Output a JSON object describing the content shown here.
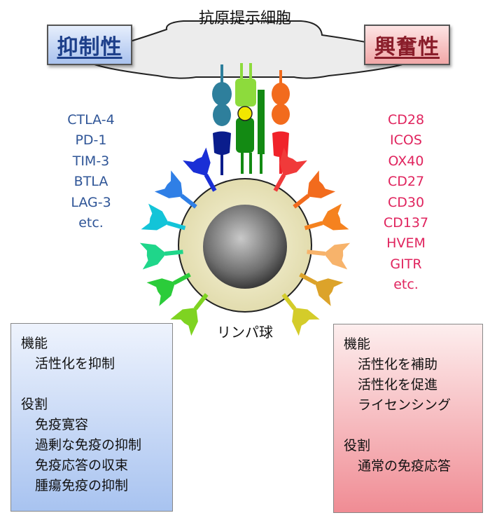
{
  "apc_label": "抗原提示細胞",
  "lymphocyte_label": "リンパ球",
  "inhibitory": {
    "title": "抑制性",
    "molecules": [
      "CTLA-4",
      "PD-1",
      "TIM-3",
      "BTLA",
      "LAG-3",
      "etc."
    ],
    "function_heading": "機能",
    "functions": [
      "活性化を抑制"
    ],
    "role_heading": "役割",
    "roles": [
      "免疫寛容",
      "過剰な免疫の抑制",
      "免疫応答の収束",
      "腫瘍免疫の抑制"
    ]
  },
  "stimulatory": {
    "title": "興奮性",
    "molecules": [
      "CD28",
      "ICOS",
      "OX40",
      "CD27",
      "CD30",
      "CD137",
      "HVEM",
      "GITR",
      "etc."
    ],
    "function_heading": "機能",
    "functions": [
      "活性化を補助",
      "活性化を促進",
      "ライセンシング"
    ],
    "role_heading": "役割",
    "roles": [
      "通常の免疫応答"
    ]
  },
  "colors": {
    "inhibitory_text": "#2f5597",
    "stimulatory_text": "#e0245e",
    "left_receptors": [
      "#1a2fd6",
      "#2f7fe6",
      "#13c4d8",
      "#1fd68a",
      "#2bcc3a",
      "#7ed321"
    ],
    "right_receptors": [
      "#f03a3a",
      "#f26b1d",
      "#f5821f",
      "#f7b36b",
      "#dca32a",
      "#d4cc2a"
    ],
    "tcr_colors": [
      "#2e7f9c",
      "#8ddb3c",
      "#138a13",
      "#f26b1d"
    ]
  }
}
